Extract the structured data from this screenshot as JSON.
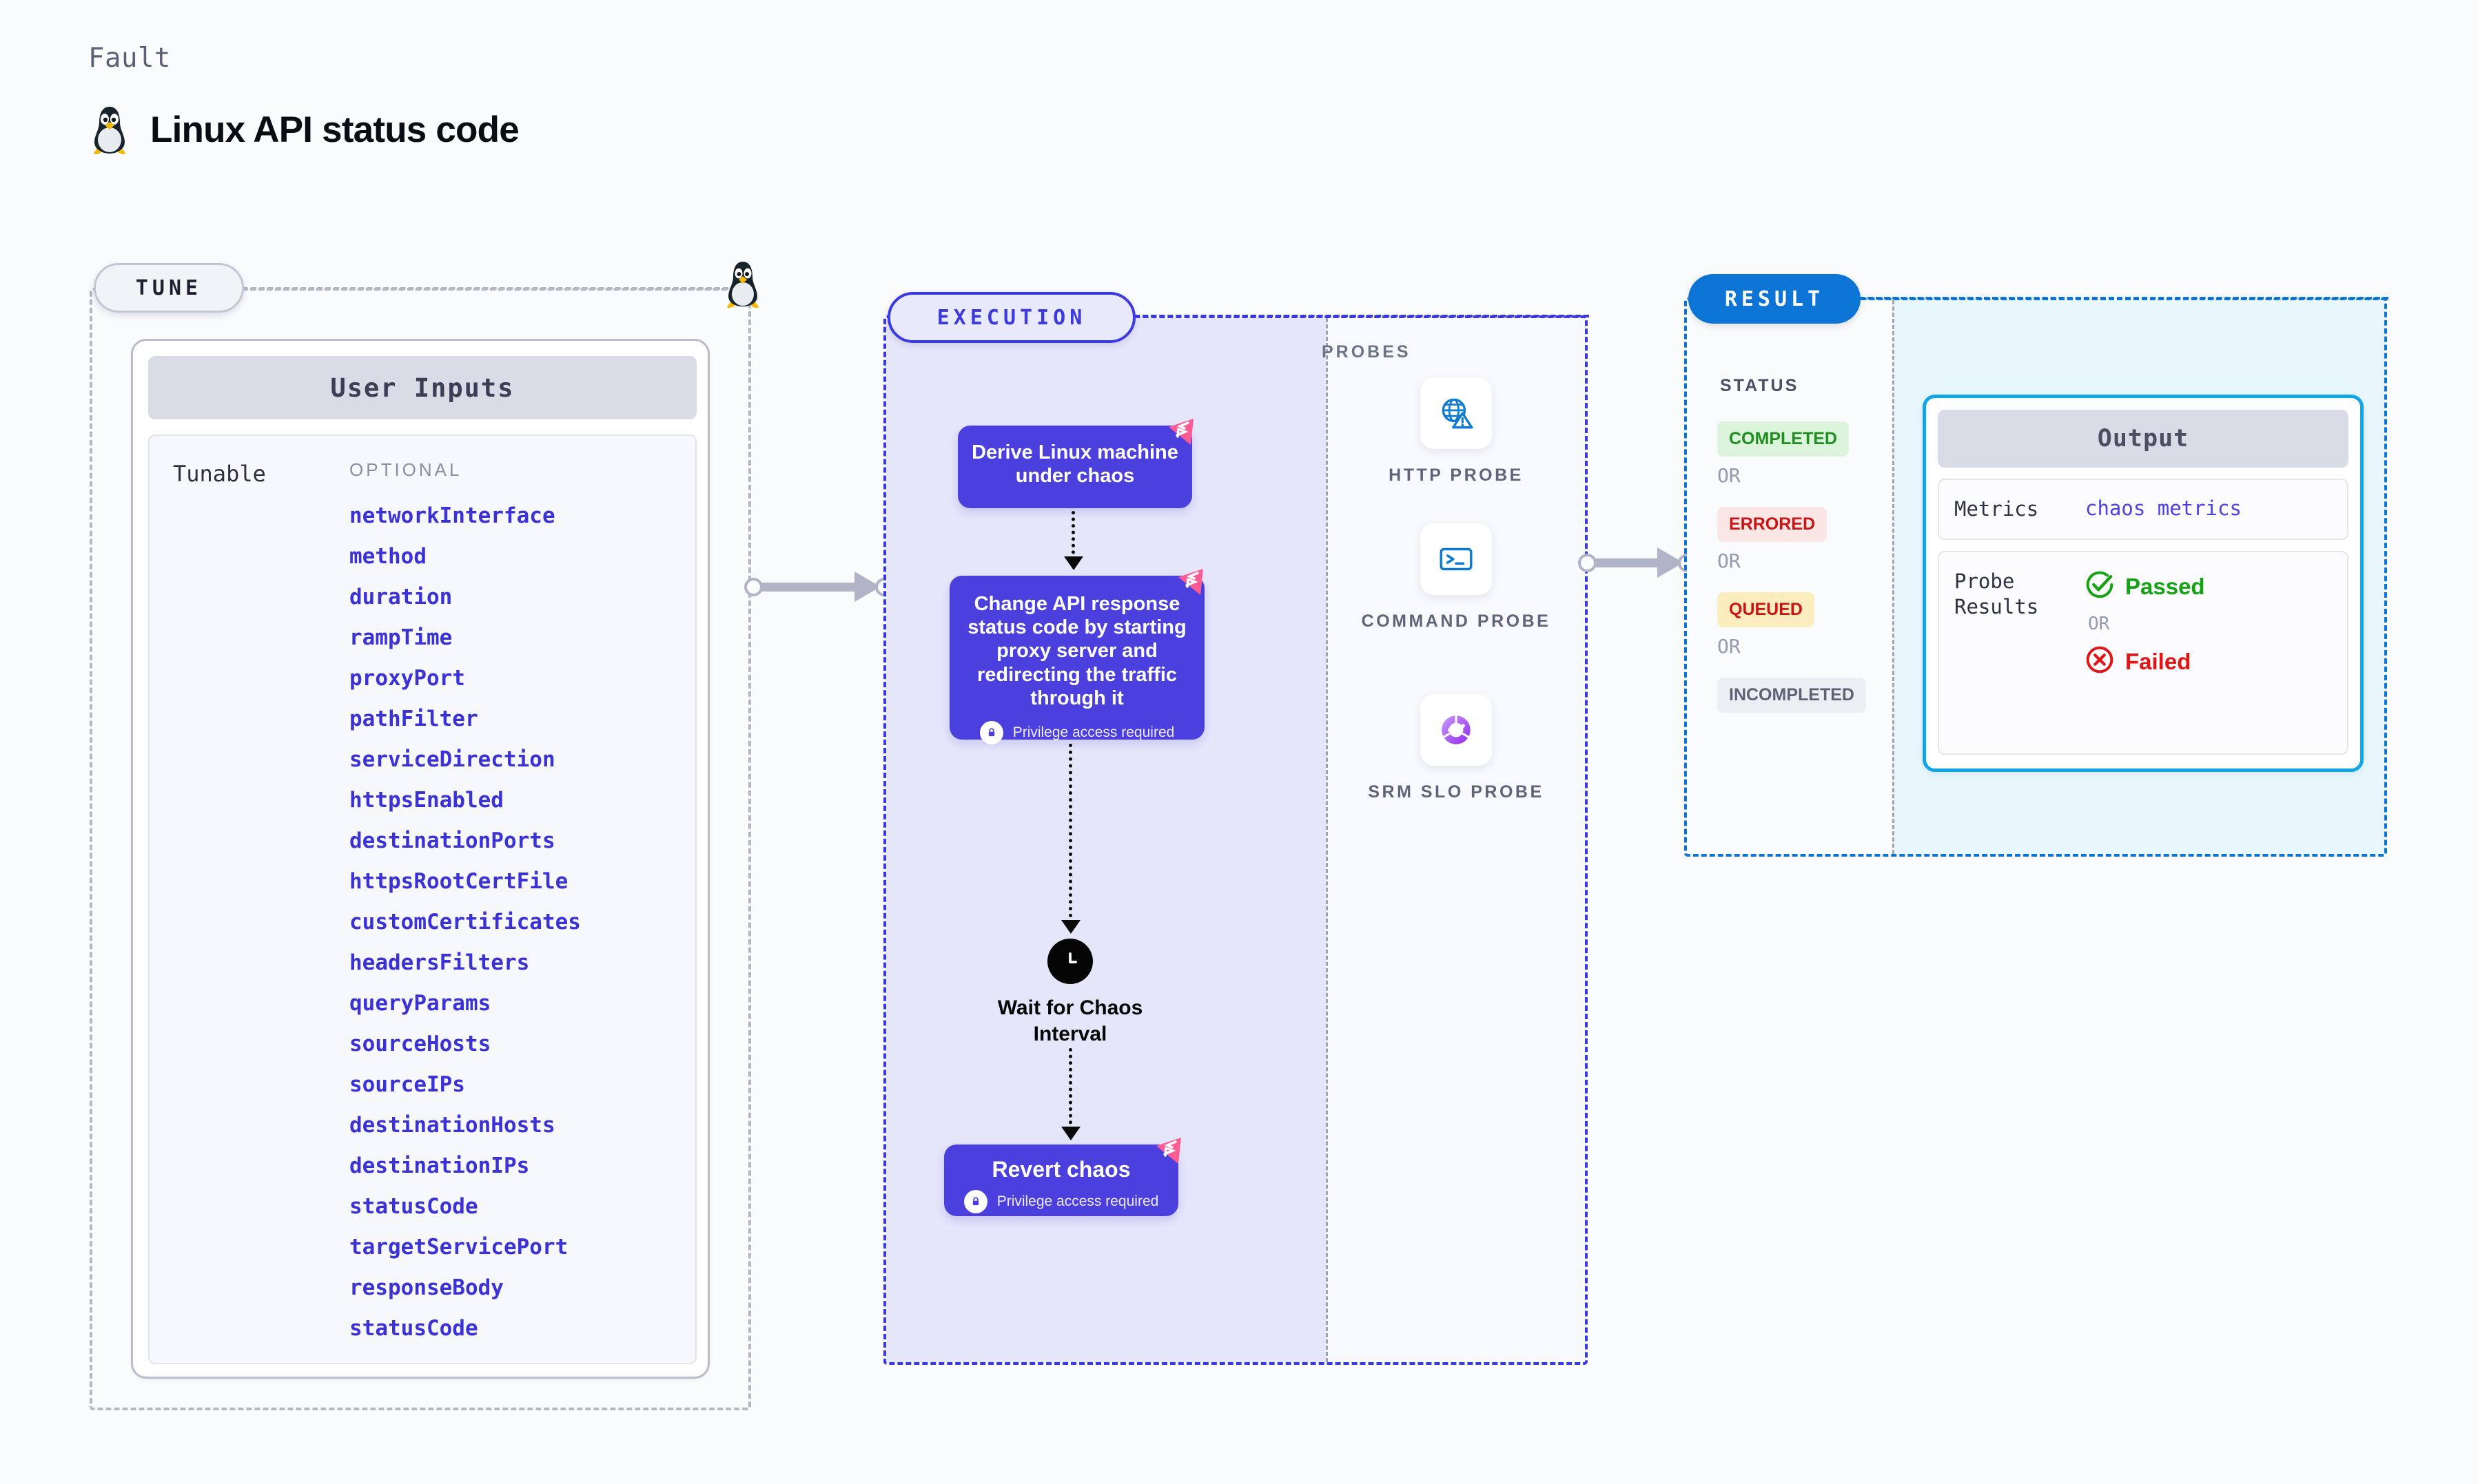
{
  "header": {
    "kicker": "Fault",
    "title": "Linux API status code",
    "mascot_icon": "linux-penguin-icon"
  },
  "tune": {
    "pill_label": "TUNE",
    "mascot_icon": "linux-penguin-icon",
    "card": {
      "header": "User Inputs",
      "row_label": "Tunable",
      "group_label": "OPTIONAL",
      "params": [
        "networkInterface",
        "method",
        "duration",
        "rampTime",
        "proxyPort",
        "pathFilter",
        "serviceDirection",
        "httpsEnabled",
        "destinationPorts",
        "httpsRootCertFile",
        "customCertificates",
        "headersFilters",
        "queryParams",
        "sourceHosts",
        "sourceIPs",
        "destinationHosts",
        "destinationIPs",
        "statusCode",
        "targetServicePort",
        "responseBody",
        "statusCode"
      ]
    }
  },
  "execution": {
    "pill_label": "EXECUTION",
    "steps": [
      {
        "text": "Derive Linux machine under chaos",
        "privilege": null,
        "badge_icon": "chaos-corner-badge-icon"
      },
      {
        "text": "Change API response status code by starting proxy server and redirecting the traffic through it",
        "privilege": "Privilege access required",
        "badge_icon": "chaos-corner-badge-icon"
      }
    ],
    "wait": {
      "icon": "clock-icon",
      "label": "Wait for Chaos Interval"
    },
    "revert": {
      "text": "Revert chaos",
      "privilege": "Privilege access required",
      "badge_icon": "chaos-corner-badge-icon"
    }
  },
  "probes": {
    "title": "PROBES",
    "items": [
      {
        "name": "HTTP PROBE",
        "icon": "globe-warning-icon"
      },
      {
        "name": "COMMAND PROBE",
        "icon": "terminal-icon"
      },
      {
        "name": "SRM SLO PROBE",
        "icon": "slo-donut-check-icon"
      }
    ]
  },
  "result": {
    "pill_label": "RESULT",
    "status_title": "STATUS",
    "or_label": "OR",
    "statuses": [
      {
        "label": "COMPLETED",
        "bg": "#dcf3dc",
        "fg": "#1f8f1f"
      },
      {
        "label": "ERRORED",
        "bg": "#fbe6e6",
        "fg": "#cc1313"
      },
      {
        "label": "QUEUED",
        "bg": "#fcedbe",
        "fg": "#cc1313"
      },
      {
        "label": "INCOMPLETED",
        "bg": "#eceef3",
        "fg": "#5d6276"
      }
    ],
    "output": {
      "header": "Output",
      "metrics_key": "Metrics",
      "metrics_value": "chaos metrics",
      "probe_results_key": "Probe Results",
      "passed_label": "Passed",
      "passed_icon": "check-circle-icon",
      "passed_color": "#13a313",
      "or_label": "OR",
      "failed_label": "Failed",
      "failed_icon": "x-circle-icon",
      "failed_color": "#e21414"
    }
  }
}
